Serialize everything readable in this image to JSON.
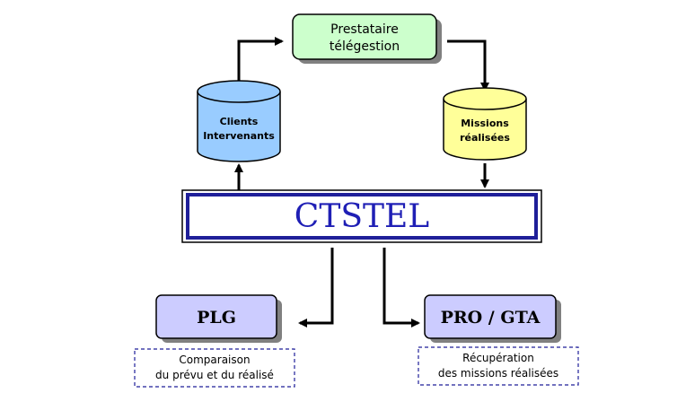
{
  "nodes": {
    "prestataire": {
      "line1": "Prestataire",
      "line2": "télégestion",
      "fill": "#CCFFCC"
    },
    "clients": {
      "line1": "Clients",
      "line2": "Intervenants",
      "fill": "#99CCFF"
    },
    "missions": {
      "line1": "Missions",
      "line2": "réalisées",
      "fill": "#FFFF99"
    },
    "ctstel": {
      "label": "CTSTEL",
      "color": "#1F1FB5"
    },
    "plg": {
      "label": "PLG",
      "fill": "#CCCCFF"
    },
    "pro_gta": {
      "label": "PRO / GTA",
      "fill": "#CCCCFF"
    }
  },
  "notes": {
    "plg": {
      "line1": "Comparaison",
      "line2": "du prévu et du réalisé"
    },
    "pro_gta": {
      "line1": "Récupération",
      "line2": "des missions réalisées"
    }
  },
  "colors": {
    "outline": "#000000",
    "shadow": "#808080",
    "note_border": "#1F1F99"
  }
}
